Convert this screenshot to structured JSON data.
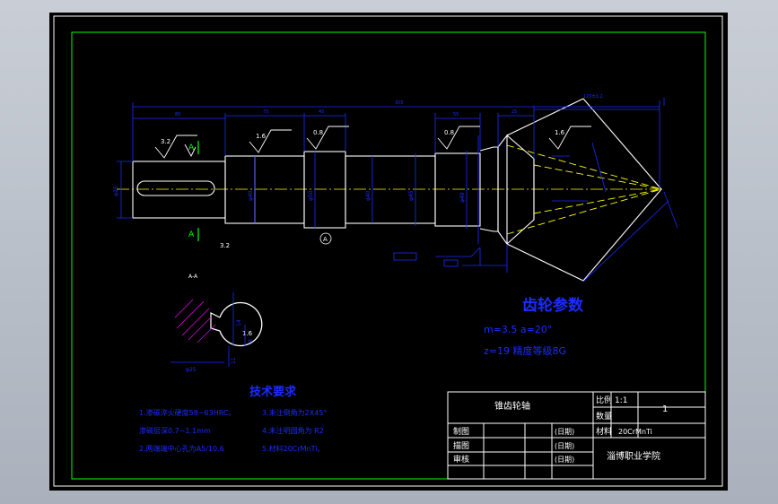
{
  "drawing": {
    "overall_length": "305",
    "dims_top": [
      "80",
      "75",
      "45",
      "55",
      "25"
    ],
    "dim_gear_top": "120±0.2",
    "surface_roughness": [
      "3.2",
      "1.6",
      "0.8",
      "0.8",
      "1.6",
      "3.2",
      "1.6"
    ],
    "diameters": [
      "φ25",
      "φ40",
      "φ50",
      "φ40",
      "φ45",
      "φ49"
    ],
    "section_mark": "A",
    "datum_label": "A",
    "section_title": "A-A",
    "section_dims": [
      "14",
      "8",
      "φ25",
      "11"
    ],
    "gear_params": {
      "title": "齿轮参数",
      "line1": "m=3.5 a=20°",
      "line2": "z=19 精度等级8G"
    },
    "technical_requirements": {
      "title": "技术要求",
      "items": [
        "1.渗碳淬火硬度58~63HRC。",
        "3.未注倒角为2X45°",
        "渗碳层深0.7~1.1mm",
        "4.未注明圆角为 R2",
        "2.两端端中心孔为A5/10.6",
        "5.材料20CrMnTi。"
      ]
    }
  },
  "title_block": {
    "part_name": "锥齿轮轴",
    "scale_label": "比例",
    "scale_value": "1:1",
    "qty_label": "数量",
    "qty_value": "1",
    "material_label": "材料",
    "material_value": "20CrMnTi",
    "drawn_label": "制图",
    "traced_label": "描图",
    "checked_label": "审核",
    "date_label": "(日期)",
    "school": "淄博职业学院"
  },
  "colors": {
    "border": "#ffffff",
    "frame": "#00ff00",
    "part": "#ffffff",
    "dimension": "#1a2cff",
    "centerline": "#ffff00",
    "hatch": "#ff00ff"
  }
}
